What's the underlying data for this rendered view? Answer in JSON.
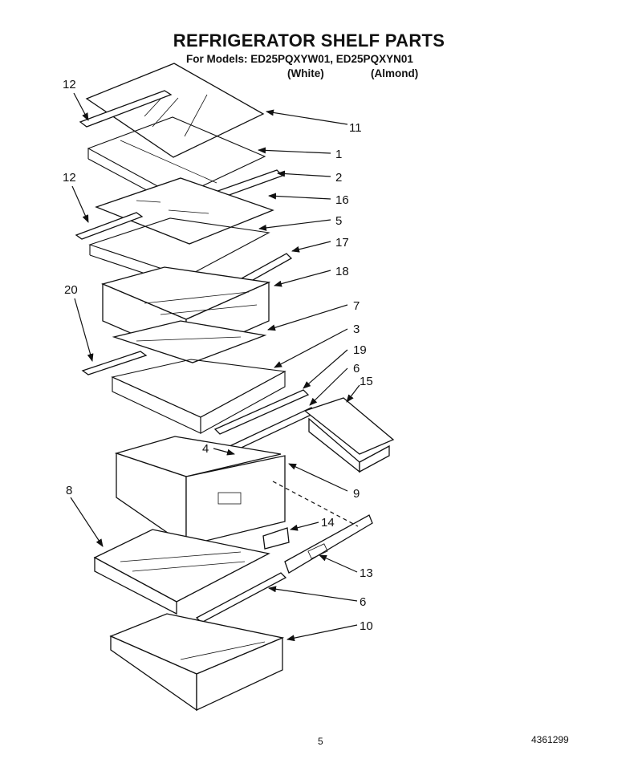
{
  "header": {
    "title": "REFRIGERATOR SHELF PARTS",
    "models_line": "For Models: ED25PQXYW01, ED25PQXYN01",
    "variant_white": "(White)",
    "variant_almond": "(Almond)"
  },
  "callouts": {
    "c1": "1",
    "c2": "2",
    "c3": "3",
    "c4": "4",
    "c5": "5",
    "c6a": "6",
    "c6b": "6",
    "c7": "7",
    "c8": "8",
    "c9": "9",
    "c10": "10",
    "c11": "11",
    "c12a": "12",
    "c12b": "12",
    "c13": "13",
    "c14": "14",
    "c15": "15",
    "c16": "16",
    "c17": "17",
    "c18": "18",
    "c19": "19",
    "c20": "20"
  },
  "footer": {
    "page_number": "5",
    "document_number": "4361299"
  }
}
